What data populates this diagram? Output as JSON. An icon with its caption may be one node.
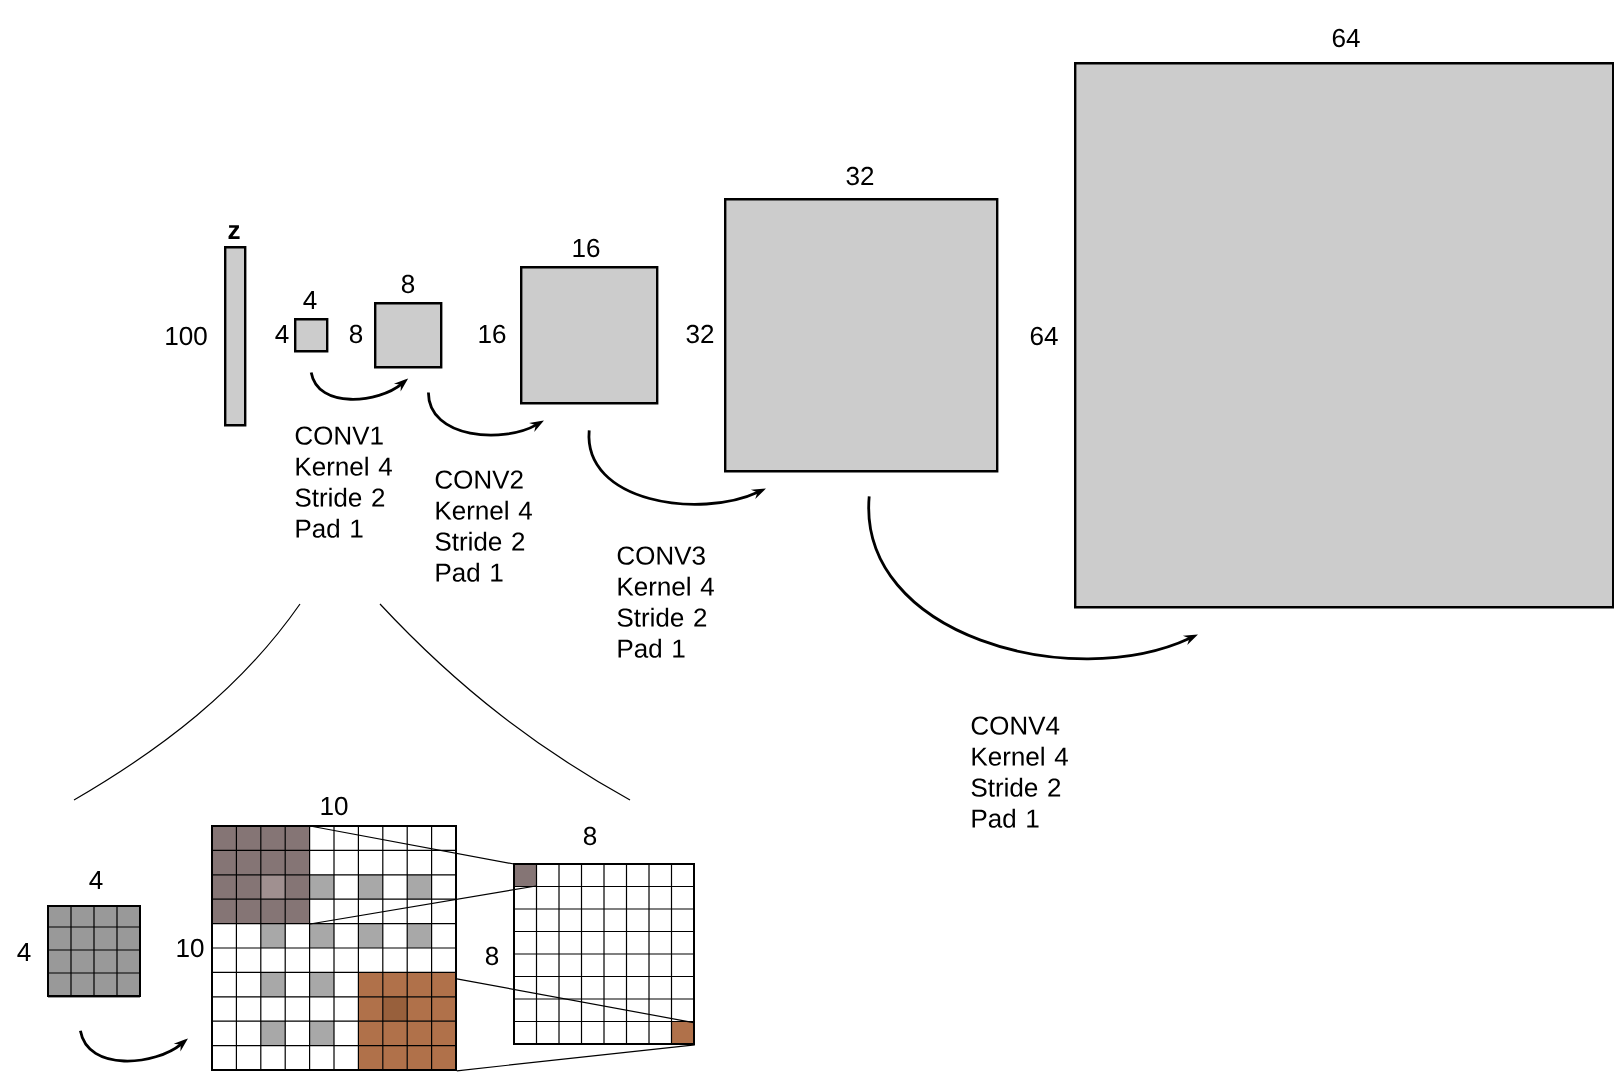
{
  "diagram": {
    "nodes": [
      {
        "text": [
          "z",
          "100"
        ]
      },
      {
        "text": [
          "4",
          "4"
        ]
      },
      {
        "text": [
          "8",
          "8"
        ]
      },
      {
        "text": [
          "16",
          "16"
        ]
      },
      {
        "text": [
          "32",
          "32"
        ]
      },
      {
        "text": [
          "64",
          "64"
        ]
      },
      {
        "text": [
          "4",
          "4"
        ]
      },
      {
        "text": [
          "10",
          "10"
        ]
      },
      {
        "text": [
          "8",
          "8"
        ]
      }
    ],
    "edges": [
      {
        "from": 1,
        "to": 2,
        "arrow": "to",
        "label": "CONV1 Kernel 4 Stride 2 Pad 1"
      },
      {
        "from": 2,
        "to": 3,
        "arrow": "to",
        "label": "CONV2 Kernel 4 Stride 2 Pad 1"
      },
      {
        "from": 3,
        "to": 4,
        "arrow": "to",
        "label": "CONV3 Kernel 4 Stride 2 Pad 1"
      },
      {
        "from": 4,
        "to": 5,
        "arrow": "to",
        "label": "CONV4 Kernel 4 Stride 2 Pad 1"
      },
      {
        "from": 6,
        "to": 7,
        "arrow": "to"
      },
      {
        "from": 7,
        "to": 8,
        "arrow": "none"
      },
      {
        "from": 7,
        "to": 8,
        "arrow": "none"
      },
      {
        "from": 7,
        "to": 8,
        "arrow": "none"
      },
      {
        "from": 7,
        "to": 8,
        "arrow": "none"
      }
    ]
  }
}
